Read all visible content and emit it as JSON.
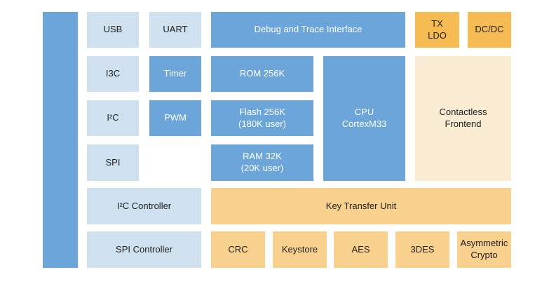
{
  "palette": {
    "medium_blue": "#6BA5D9",
    "light_blue": "#CFE0EF",
    "orange": "#F7BB53",
    "light_orange": "#F8D18E",
    "cream": "#FAECD3",
    "text_dark": "#1F1F1F",
    "text_light": "#FFFFFF"
  },
  "blocks": {
    "bus_bar": {
      "label": ""
    },
    "usb": {
      "label": "USB"
    },
    "uart": {
      "label": "UART"
    },
    "debug_trace": {
      "label": "Debug and Trace Interface"
    },
    "tx_ldo": {
      "label": "TX\nLDO"
    },
    "dcdc": {
      "label": "DC/DC"
    },
    "i3c": {
      "label": "I3C"
    },
    "timer": {
      "label": "Timer"
    },
    "rom": {
      "label": "ROM 256K"
    },
    "cpu": {
      "label": "CPU\nCortexM33"
    },
    "contactless": {
      "label": "Contactless\nFrontend"
    },
    "i2c": {
      "label": "I²C"
    },
    "pwm": {
      "label": "PWM"
    },
    "flash": {
      "label": "Flash 256K\n(180K user)"
    },
    "spi": {
      "label": "SPI"
    },
    "ram": {
      "label": "RAM 32K\n(20K user)"
    },
    "i2c_controller": {
      "label": "I²C Controller"
    },
    "key_transfer_unit": {
      "label": "Key Transfer Unit"
    },
    "spi_controller": {
      "label": "SPI Controller"
    },
    "crc": {
      "label": "CRC"
    },
    "keystore": {
      "label": "Keystore"
    },
    "aes": {
      "label": "AES"
    },
    "tdes": {
      "label": "3DES"
    },
    "asymmetric_crypto": {
      "label": "Asymmetric\nCrypto"
    }
  }
}
